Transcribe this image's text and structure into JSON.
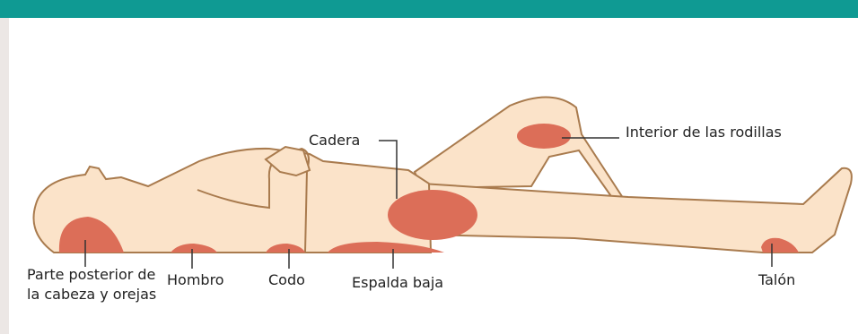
{
  "colors": {
    "header": "#0f9a93",
    "skin": "#fbe3c9",
    "outline": "#a97b4e",
    "pressure_area": "#dc6e58",
    "left_strip": "#ece7e5"
  },
  "labels": {
    "head": "Parte posterior de la cabeza y orejas",
    "shoulder": "Hombro",
    "elbow": "Codo",
    "lower_back": "Espalda baja",
    "hip": "Cadera",
    "knees": "Interior de las rodillas",
    "heel": "Talón"
  }
}
